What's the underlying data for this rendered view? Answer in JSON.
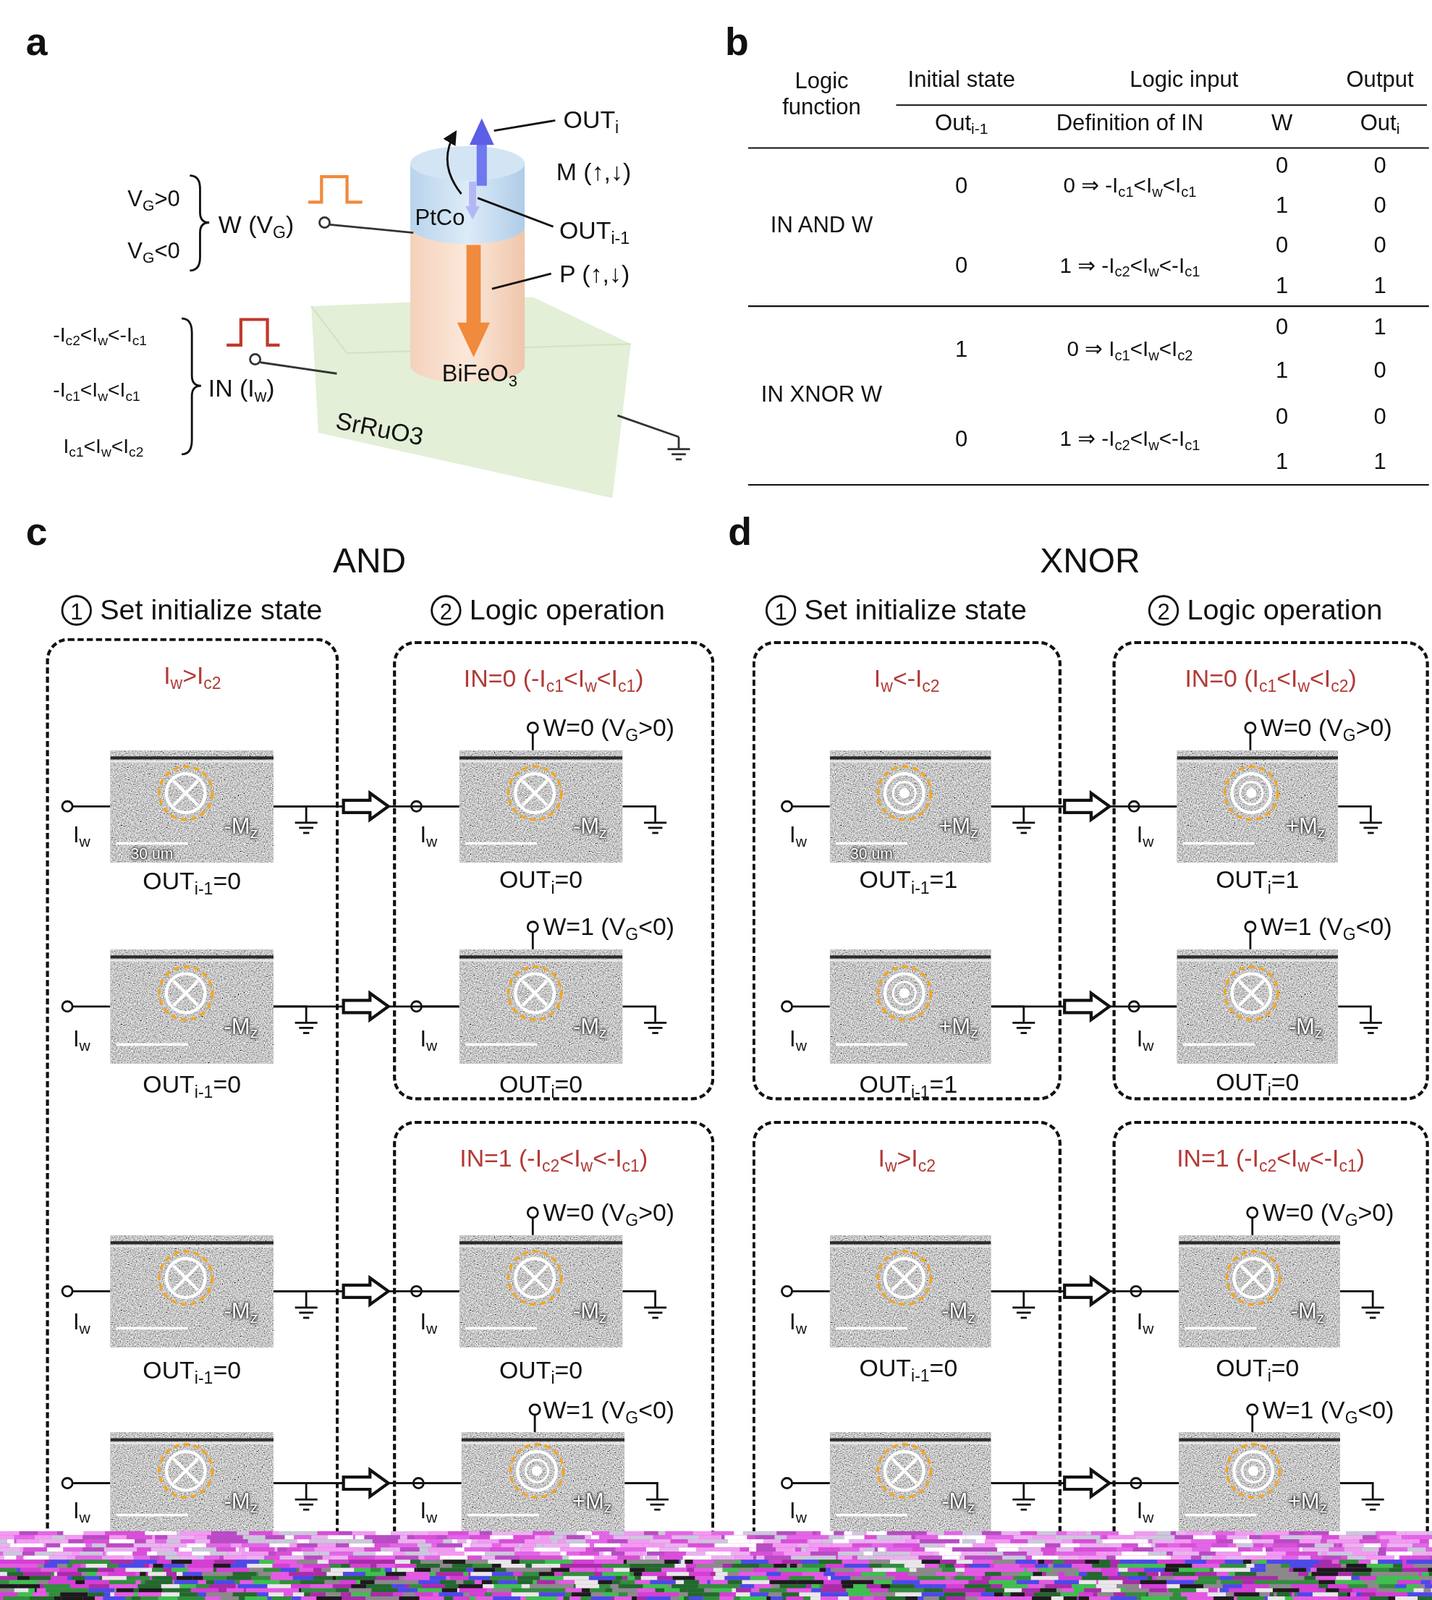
{
  "diagram": {
    "nodes": [
      {
        "text": [
          "Iw>Ic2"
        ]
      },
      {
        "text": [
          "30 um",
          "-Mz"
        ],
        "in": 0
      },
      {
        "text": [
          "-Mz"
        ],
        "in": 0
      },
      {
        "text": [
          "-Mz"
        ],
        "in": 0
      },
      {
        "text": [
          "-Mz"
        ],
        "in": 0
      },
      {
        "text": [
          "IN=0 (-Ic1<Iw<Ic1)"
        ]
      },
      {
        "text": [
          "-Mz"
        ],
        "in": 5
      },
      {
        "text": [
          "-Mz"
        ],
        "in": 5
      },
      {
        "text": [
          "IN=1 (-Ic2<Iw<-Ic1)"
        ]
      },
      {
        "text": [
          "-Mz"
        ],
        "in": 8
      },
      {
        "text": [
          "+Mz"
        ],
        "in": 8
      },
      {
        "text": [
          "Iw<-Ic2"
        ]
      },
      {
        "text": [
          "30 um",
          "+Mz"
        ],
        "in": 11
      },
      {
        "text": [
          "+Mz"
        ],
        "in": 11
      },
      {
        "text": [
          "Iw>Ic2"
        ]
      },
      {
        "text": [
          "-Mz"
        ],
        "in": 14
      },
      {
        "text": [
          "-Mz"
        ],
        "in": 14
      },
      {
        "text": [
          "IN=0 (Ic1<Iw<Ic2)"
        ]
      },
      {
        "text": [
          "+Mz"
        ],
        "in": 17
      },
      {
        "text": [
          "-Mz"
        ],
        "in": 17
      },
      {
        "text": [
          "IN=1 (-Ic2<Iw<-Ic1)"
        ]
      },
      {
        "text": [
          "-Mz"
        ],
        "in": 20
      },
      {
        "text": [
          "+Mz"
        ],
        "in": 20
      }
    ],
    "edges": [
      {
        "from": 1,
        "to": 6,
        "arrow": "to"
      },
      {
        "from": 2,
        "to": 7,
        "arrow": "to"
      },
      {
        "from": 3,
        "to": 9,
        "arrow": "to"
      },
      {
        "from": 4,
        "to": 10,
        "arrow": "to"
      },
      {
        "from": 12,
        "to": 18,
        "arrow": "to"
      },
      {
        "from": 13,
        "to": 19,
        "arrow": "to"
      },
      {
        "from": 15,
        "to": 21,
        "arrow": "to"
      },
      {
        "from": 16,
        "to": 22,
        "arrow": "to"
      }
    ],
    "labels": [
      "a",
      "b",
      "c",
      "d",
      "OUTi",
      "M (↑,↓)",
      "OUTi-1",
      "P (↑,↓)",
      "PtCo",
      "BiFeO3",
      "VG>0",
      "VG<0",
      "W (VG)",
      "-Ic2<Iw<-Ic1",
      "-Ic1<Iw<Ic1",
      "Ic1<Iw<Ic2",
      "IN (Iw)",
      "SrRuO3",
      "Logic function",
      "Initial state",
      "Logic input",
      "Output",
      "Outi-1",
      "Definition of IN",
      "W",
      "Outi",
      "IN AND W",
      "0",
      "0 ⇒ -Ic1<Iw<Ic1",
      "0",
      "0",
      "1",
      "0",
      "0",
      "1 ⇒ -Ic2<Iw<-Ic1",
      "0",
      "0",
      "1",
      "1",
      "IN XNOR W",
      "1",
      "0 ⇒ Ic1<Iw<Ic2",
      "0",
      "1",
      "1",
      "0",
      "0",
      "1 ⇒ -Ic2<Iw<-Ic1",
      "0",
      "0",
      "1",
      "1",
      "AND",
      "XNOR",
      "1",
      "Set initialize state",
      "2",
      "Logic operation",
      "1",
      "Set initialize state",
      "2",
      "Logic operation",
      "OUTi-1=0",
      "OUTi-1=0",
      "OUTi-1=0",
      "W=0 (VG>0)",
      "OUTi=0",
      "W=1 (VG<0)",
      "OUTi=0",
      "W=0 (VG>0)",
      "OUTi=0",
      "W=1 (VG<0)",
      "OUTi-1=1",
      "OUTi-1=1",
      "OUTi-1=0",
      "W=0 (VG>0)",
      "OUTi=1",
      "W=1 (VG<0)",
      "OUTi=0",
      "W=0 (VG>0)",
      "OUTi=0",
      "W=1 (VG<0)",
      "Iw",
      "Iw",
      "Iw",
      "Iw",
      "Iw",
      "Iw",
      "Iw",
      "Iw",
      "Iw",
      "Iw",
      "Iw",
      "Iw",
      "Iw",
      "Iw",
      "Iw",
      "Iw"
    ]
  }
}
